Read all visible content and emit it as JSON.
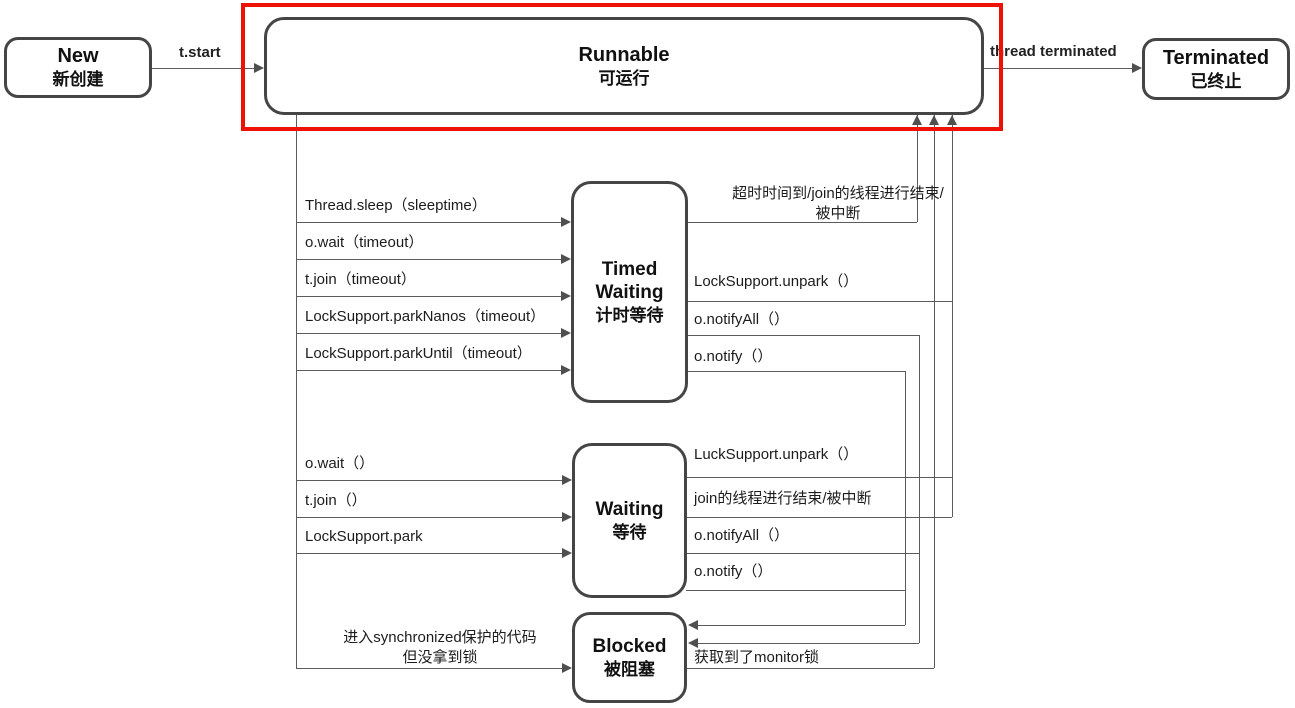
{
  "nodes": {
    "new": {
      "en": "New",
      "zh": "新创建"
    },
    "runnable": {
      "en": "Runnable",
      "zh": "可运行"
    },
    "terminated": {
      "en": "Terminated",
      "zh": "已终止"
    },
    "timed_waiting": {
      "en": "Timed\nWaiting",
      "zh": "计时等待"
    },
    "waiting": {
      "en": "Waiting",
      "zh": "等待"
    },
    "blocked": {
      "en": "Blocked",
      "zh": "被阻塞"
    }
  },
  "edges": {
    "new_to_runnable": "t.start",
    "runnable_to_terminated": "thread terminated",
    "runnable_to_timed_waiting": [
      "Thread.sleep（sleeptime）",
      "o.wait（timeout）",
      "t.join（timeout）",
      "LockSupport.parkNanos（timeout）",
      "LockSupport.parkUntil（timeout）"
    ],
    "timed_waiting_to_runnable": [
      "超时时间到/join的线程进行结束/\n被中断",
      "LockSupport.unpark（）"
    ],
    "timed_waiting_to_blocked": [
      "o.notifyAll（）",
      "o.notify（）"
    ],
    "runnable_to_waiting": [
      "o.wait（）",
      "t.join（）",
      "LockSupport.park"
    ],
    "waiting_to_runnable": [
      "LuckSupport.unpark（）",
      "join的线程进行结束/被中断"
    ],
    "waiting_to_blocked": [
      "o.notifyAll（）",
      "o.notify（）"
    ],
    "runnable_to_blocked": "进入synchronized保护的代码\n但没拿到锁",
    "blocked_to_runnable": "获取到了monitor锁"
  },
  "colors": {
    "highlight_frame": "#ed1205",
    "node_border": "#454545",
    "connector": "#5c5c5c"
  }
}
